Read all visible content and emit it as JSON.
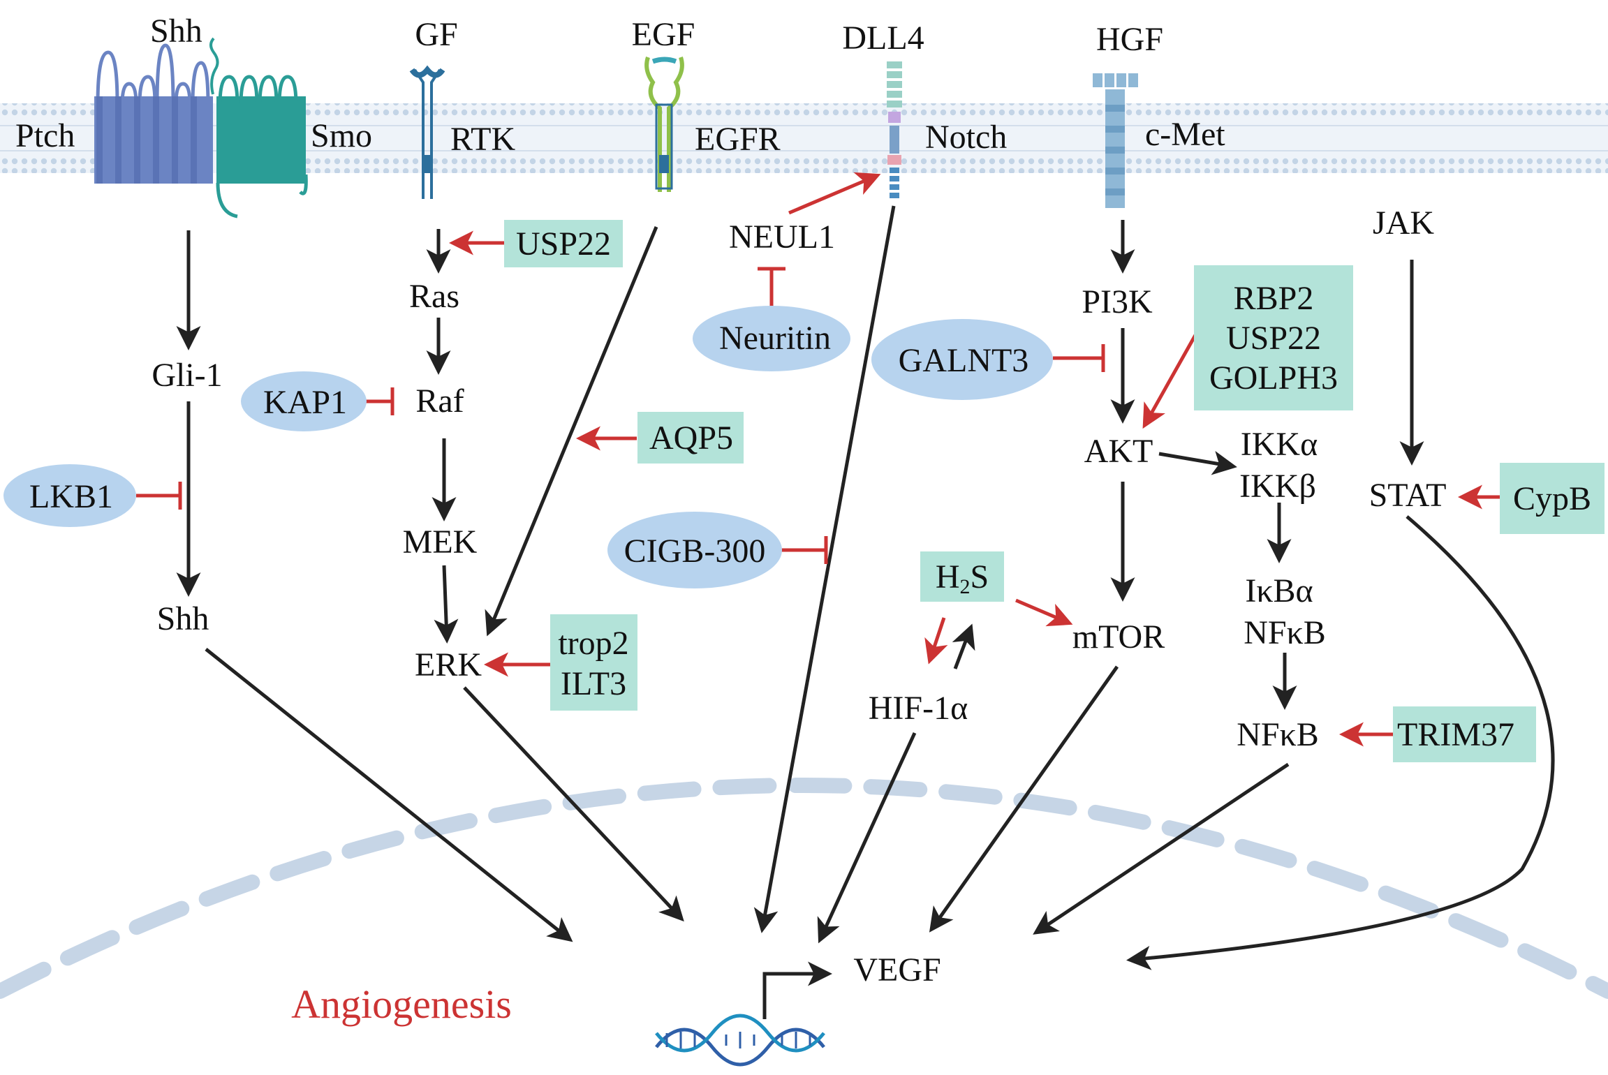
{
  "colors": {
    "activate": "#222222",
    "inhibit": "#cc3333",
    "box_fill": "#b3e3d9",
    "ellipse_fill": "#b7d3ee",
    "membrane_dot": "#c3d4e6",
    "membrane_band": "#e6eef8",
    "ptch": "#6b84c3",
    "smo": "#2a9d96",
    "receptor_blue": "#2c6f9c",
    "nucleus": "#c6d5e6",
    "title": "#cc3333",
    "dna_a": "#2f5fa8",
    "dna_b": "#1f8fc0"
  },
  "ligands": {
    "shh_top": "Shh",
    "gf": "GF",
    "egf": "EGF",
    "dll4": "DLL4",
    "hgf": "HGF"
  },
  "receptors": {
    "ptch": "Ptch",
    "smo": "Smo",
    "rtk": "RTK",
    "egfr": "EGFR",
    "notch": "Notch",
    "cmet": "c-Met"
  },
  "nodes": {
    "gli1": "Gli-1",
    "shh": "Shh",
    "ras": "Ras",
    "raf": "Raf",
    "mek": "MEK",
    "erk": "ERK",
    "neul1": "NEUL1",
    "pi3k": "PI3K",
    "akt": "AKT",
    "ikk_a": "IKKα",
    "ikk_b": "IKKβ",
    "mtor": "mTOR",
    "ikba": "IκBα",
    "nfkb1": "NFκB",
    "nfkb2": "NFκB",
    "jak": "JAK",
    "stat": "STAT",
    "hif": "HIF-1α",
    "h2s_main": "H",
    "h2s_sub": "2",
    "h2s_end": "S",
    "vegf": "VEGF"
  },
  "boxes": {
    "usp22": "USP22",
    "aqp5": "AQP5",
    "trop2": "trop2",
    "ilt3": "ILT3",
    "rbp2": "RBP2",
    "usp22b": "USP22",
    "golph3": "GOLPH3",
    "cypb": "CypB",
    "trim37": "TRIM37"
  },
  "ellipses": {
    "lkb1": "LKB1",
    "kap1": "KAP1",
    "neuritin": "Neuritin",
    "cigb": "CIGB-300",
    "galnt3": "GALNT3"
  },
  "title": "Angiogenesis"
}
